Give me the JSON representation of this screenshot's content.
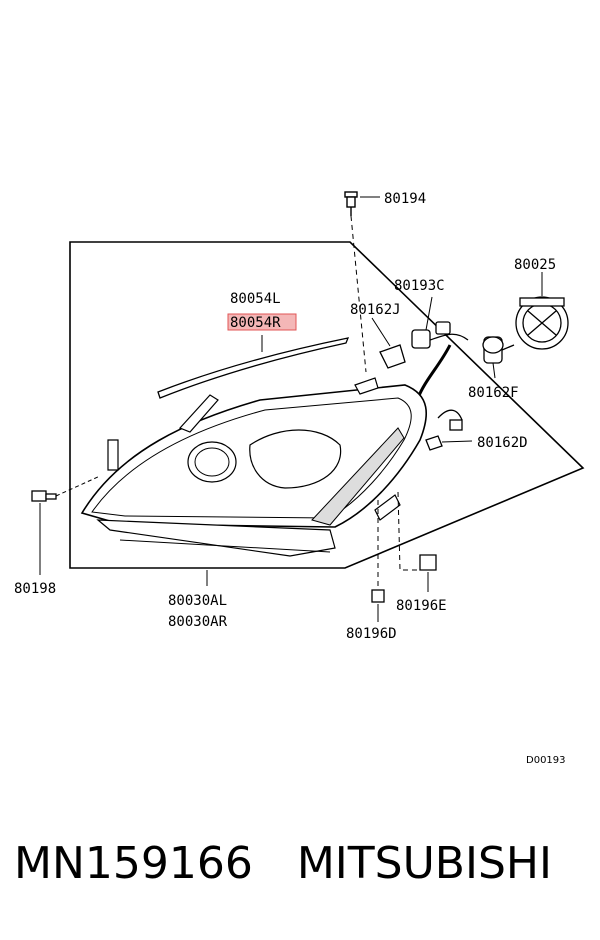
{
  "diagram": {
    "ref_code": "D00193",
    "parts": {
      "p80194": "80194",
      "p80025": "80025",
      "p80054L": "80054L",
      "p80054R": "80054R",
      "p80193C": "80193C",
      "p80162J": "80162J",
      "p80162F": "80162F",
      "p80162D": "80162D",
      "p80198": "80198",
      "p80030AL": "80030AL",
      "p80030AR": "80030AR",
      "p80196E": "80196E",
      "p80196D": "80196D"
    },
    "highlight_color": "#e05555"
  },
  "footer": {
    "part_number": "MN159166",
    "brand": "MITSUBISHI"
  }
}
